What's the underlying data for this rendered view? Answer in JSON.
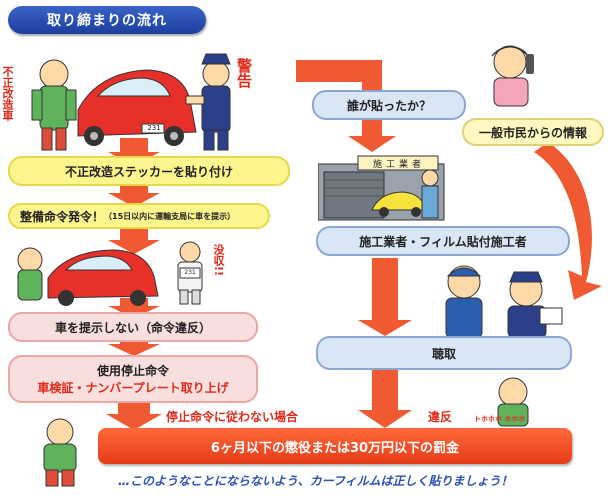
{
  "title": "取り締まりの流れ",
  "left_flow": {
    "sticker": "不正改造ステッカーを貼り付け",
    "order_main": "整備命令発令！",
    "order_sub": "（15日以内に運輸支局に車を提示）",
    "not_present": "車を提示しない（命令違反）",
    "stop_order": "使用停止命令",
    "stop_order_detail": "車検証・ナンバープレート取り上げ"
  },
  "right_flow": {
    "who": "誰が貼ったか？",
    "citizen_info": "一般市民からの情報",
    "installers": "施工業者・フィルム貼付施工者",
    "hearing": "聴取"
  },
  "labels": {
    "illegal_car": "不正改造車",
    "warning": "警告",
    "confiscated": "没収!!",
    "disobey": "停止命令に従わない場合",
    "violation": "違反",
    "shop_sign": "施工業者",
    "plate_1": "231",
    "plate_2": "231",
    "groan": "トホホホ ホホホ"
  },
  "penalty": "6ヶ月以下の懲役または30万円以下の罰金",
  "footer": "…このようなことにならないよう、カーフィルムは正しく貼りましょう！",
  "colors": {
    "title_bg": "#2a4fb5",
    "arrow_red": "#f05a32",
    "yellow_box": "#fdf58e",
    "pink_box": "#f9dede",
    "blue_box": "#d9e6f6"
  }
}
